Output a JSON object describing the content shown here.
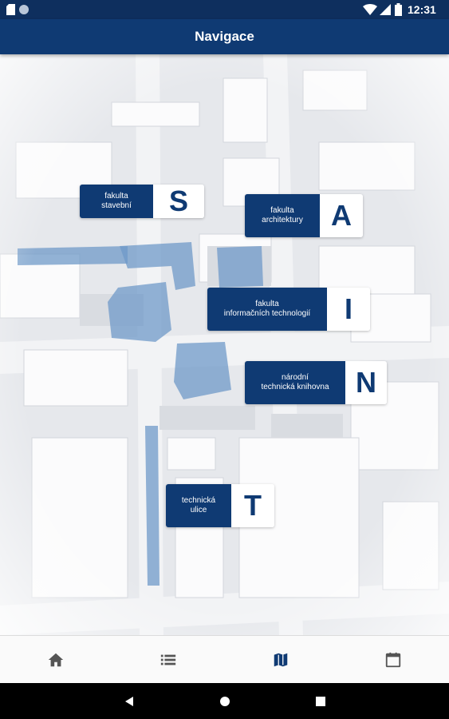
{
  "status_bar": {
    "time": "12:31"
  },
  "app_bar": {
    "title": "Navigace"
  },
  "map": {
    "buildings": [
      {
        "text": "fakulta\nstavební",
        "letter": "S"
      },
      {
        "text": "fakulta\narchitektury",
        "letter": "A"
      },
      {
        "text": "fakulta\ninformačních technologií",
        "letter": "I"
      },
      {
        "text": "národní\ntechnická knihovna",
        "letter": "N"
      },
      {
        "text": "technická\nulice",
        "letter": "T"
      }
    ]
  },
  "bottom_nav": {
    "items": [
      {
        "icon": "home-icon",
        "active": false
      },
      {
        "icon": "list-icon",
        "active": false
      },
      {
        "icon": "map-icon",
        "active": true
      },
      {
        "icon": "calendar-icon",
        "active": false
      }
    ],
    "colors": {
      "active": "#0f3a73",
      "inactive": "#555555"
    }
  },
  "colors": {
    "brand": "#0f3a73",
    "status_bar": "#0e2f5e",
    "highlight": "#6f9ac8"
  }
}
